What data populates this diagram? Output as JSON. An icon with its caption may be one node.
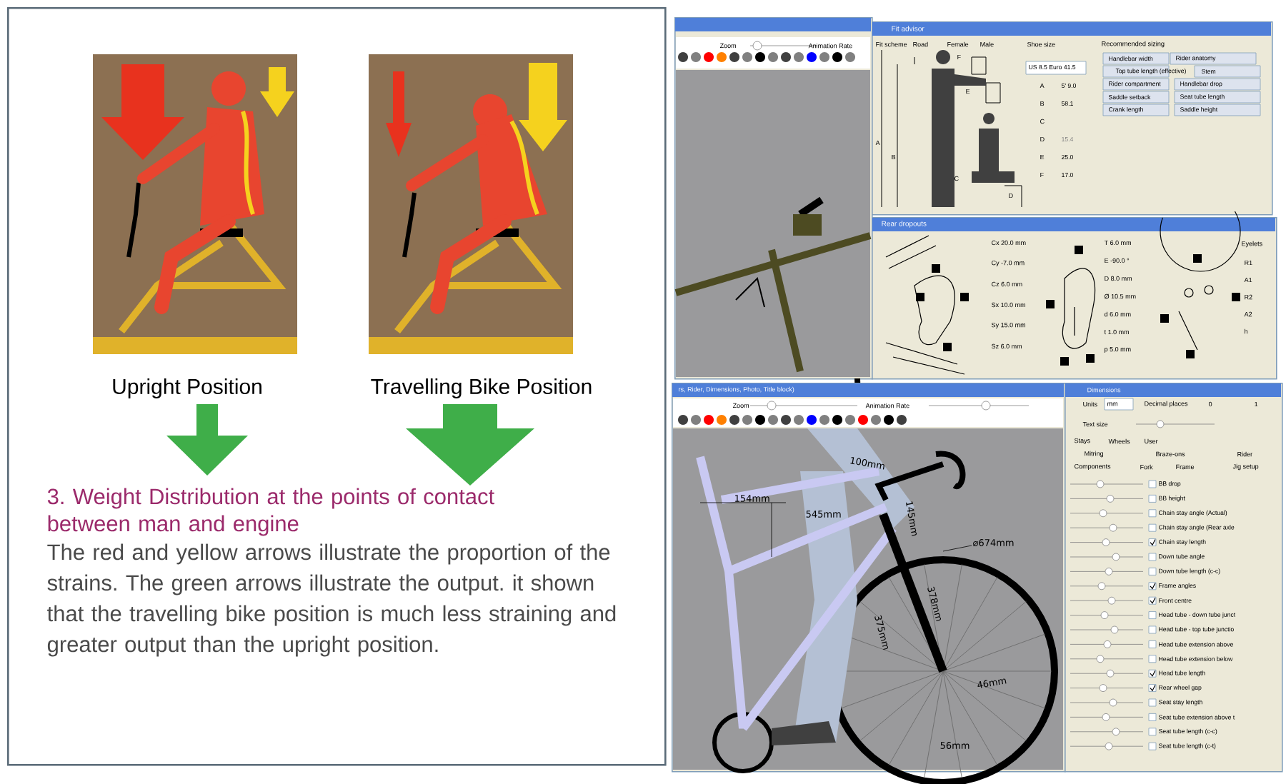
{
  "diagram": {
    "nodes": [
      {
        "text": [
          "Upright Position",
          "Travelling Bike Position",
          "3. Weight Distribution at the points of contact between man and engine",
          "The red and yellow arrows illustrate the proportion of the strains. The green arrows illustrate the output. it shown that the travelling bike position is much less straining and greater output than the upright position."
        ]
      },
      {
        "text": [
          "Zoom",
          "Animation Rate"
        ]
      },
      {
        "text": [
          "Fit advisor",
          "Fit scheme",
          "Road",
          "Female",
          "Male",
          "Shoe size",
          "US 8.5 Euro 41.5",
          "F",
          "E",
          "A",
          "B",
          "C",
          "D",
          "A",
          "B",
          "C",
          "D",
          "E",
          "F",
          "5' 9.0",
          "58.1",
          "15.4",
          "25.0",
          "17.0",
          "Recommended sizing",
          "Handlebar width",
          "Rider anatomy",
          "Top tube length (effective)",
          "Stem",
          "Rider compartment",
          "Handlebar drop",
          "Saddle setback",
          "Seat tube length",
          "Crank length",
          "Saddle height"
        ]
      },
      {
        "text": [
          "Rear dropouts",
          "Cx 20.0 mm",
          "Cy -7.0 mm",
          "Cz 6.0 mm",
          "Sx 10.0 mm",
          "Sy 15.0 mm",
          "Sz 6.0 mm",
          "T 6.0 mm",
          "E -90.0 °",
          "D 8.0 mm",
          "Ø 10.5 mm",
          "d 6.0 mm",
          "t 1.0 mm",
          "p 5.0 mm",
          "Eyelets",
          "R1",
          "A1",
          "R2",
          "A2",
          "h"
        ]
      },
      {
        "text": [
          "rs, Rider, Dimensions, Photo, Title block)",
          "Zoom",
          "Animation Rate",
          "154mm",
          "545mm",
          "100mm",
          "145mm",
          "⌀674mm",
          "375mm",
          "378mm",
          "46mm",
          "56mm"
        ]
      },
      {
        "text": [
          "Dimensions",
          "Units",
          "mm",
          "Decimal places",
          "0",
          "1",
          "Text size",
          "Stays",
          "Wheels",
          "User",
          "Mitring",
          "Braze-ons",
          "Rider",
          "Components",
          "Fork",
          "Frame",
          "Jig setup",
          "BB drop",
          "BB height",
          "Chain stay angle (Actual)",
          "Chain stay angle (Rear axle",
          "Chain stay length",
          "Down tube angle",
          "Down tube length (c-c)",
          "Frame angles",
          "Front centre",
          "Head tube - down tube junct",
          "Head tube - top tube junctio",
          "Head tube extension above",
          "Head tube extension below",
          "Head tube length",
          "Rear wheel gap",
          "Seat stay length",
          "Seat tube extension above t",
          "Seat tube length (c-c)",
          "Seat tube length (c-t)"
        ]
      }
    ]
  }
}
